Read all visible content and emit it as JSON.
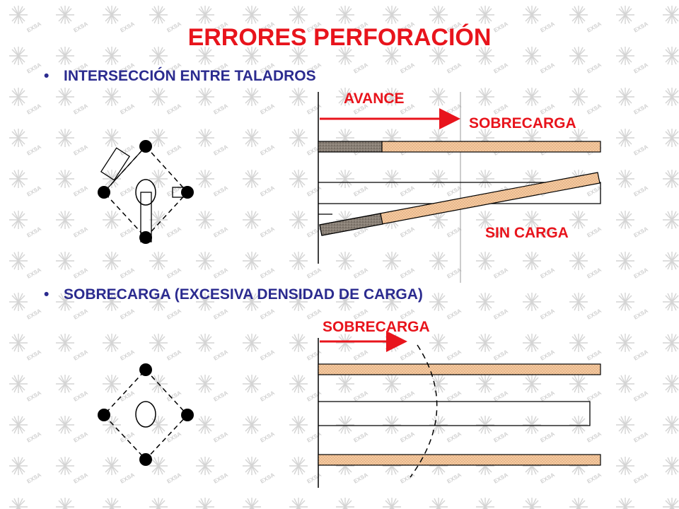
{
  "title": "ERRORES PERFORACIÓN",
  "bullets": [
    "INTERSECCIÓN ENTRE TALADROS",
    "SOBRECARGA (EXCESIVA DENSIDAD DE CARGA)"
  ],
  "bullet_symbol": "•",
  "labels": {
    "avance": "AVANCE",
    "sobrecarga_top": "SOBRECARGA",
    "sin_carga": "SIN CARGA",
    "sobrecarga_bottom": "SOBRECARGA"
  },
  "watermark": "EXSA",
  "colors": {
    "title": "#e8141c",
    "bullet_text": "#2b2b8f",
    "arrow": "#e8141c",
    "charge_fill": "#f4c9a0",
    "stemming_fill": "#8a8177"
  }
}
